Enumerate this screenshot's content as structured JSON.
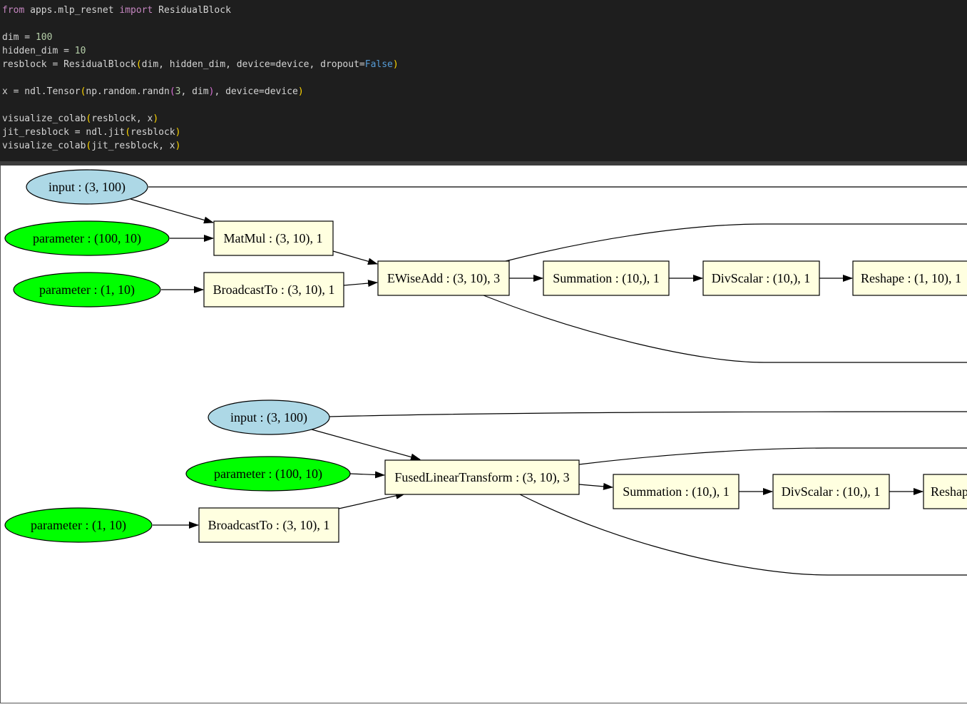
{
  "code": {
    "l1_from": "from",
    "l1_module": " apps.mlp_resnet ",
    "l1_import": "import",
    "l1_name": " ResidualBlock",
    "l3_a": "dim = ",
    "l3_num": "100",
    "l4_a": "hidden_dim = ",
    "l4_num": "10",
    "l5_a": "resblock = ResidualBlock",
    "l5_b": "dim, hidden_dim, device=device, dropout=",
    "l5_false": "False",
    "l7_a": "x = ndl.Tensor",
    "l7_b": "np.random.randn",
    "l7_num": "3",
    "l7_c": ", dim",
    "l7_d": ", device=device",
    "l9_a": "visualize_colab",
    "l9_b": "resblock, x",
    "l10_a": "jit_resblock = ndl.jit",
    "l10_b": "resblock",
    "l11_a": "visualize_colab",
    "l11_b": "jit_resblock, x",
    "open": "(",
    "close": ")"
  },
  "graph1": {
    "input": "input : (3, 100)",
    "param_w": "parameter : (100, 10)",
    "param_b": "parameter : (1, 10)",
    "matmul": "MatMul : (3, 10), 1",
    "broadcast": "BroadcastTo : (3, 10), 1",
    "ewiseadd": "EWiseAdd : (3, 10), 3",
    "summation": "Summation : (10,), 1",
    "divscalar": "DivScalar : (10,), 1",
    "reshape": "Reshape : (1, 10), 1"
  },
  "graph2": {
    "input": "input : (3, 100)",
    "param_w": "parameter : (100, 10)",
    "param_b": "parameter : (1, 10)",
    "fused": "FusedLinearTransform : (3, 10), 3",
    "broadcast": "BroadcastTo : (3, 10), 1",
    "summation": "Summation : (10,), 1",
    "divscalar": "DivScalar : (10,), 1",
    "reshape": "Reshap"
  },
  "colors": {
    "input_fill": "#add8e6",
    "param_fill": "#00ff00",
    "op_fill": "#ffffe0",
    "code_bg": "#1e1e1e"
  }
}
